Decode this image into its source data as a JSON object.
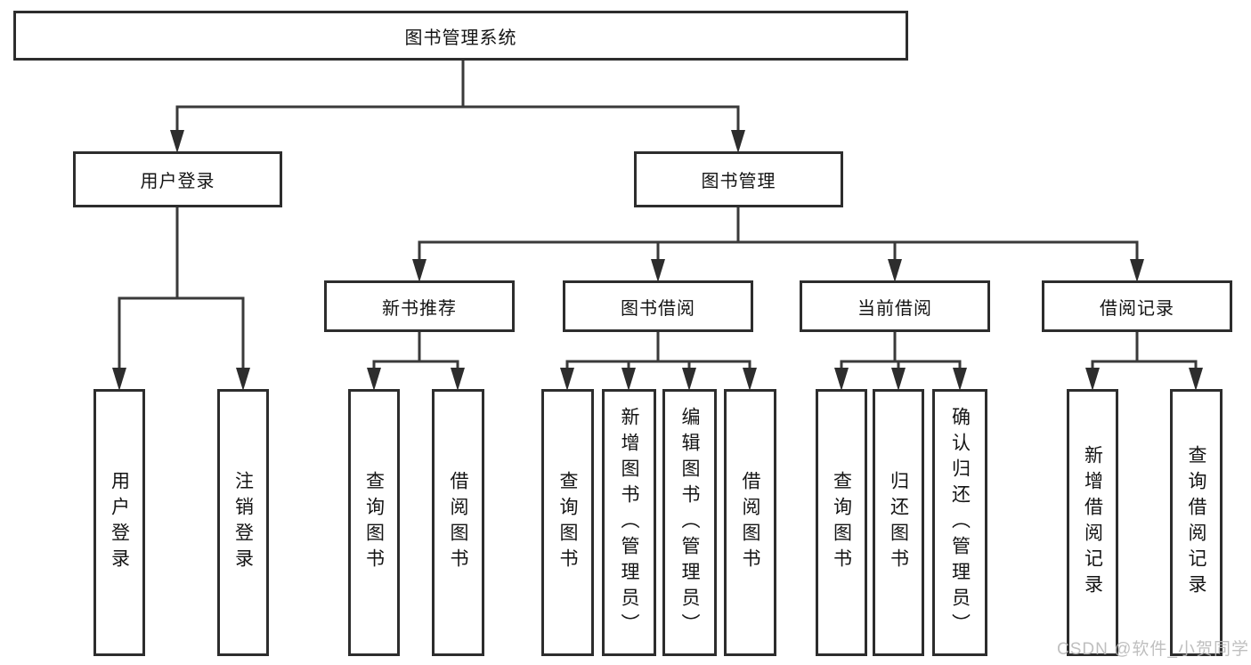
{
  "diagram": {
    "root": {
      "label": "图书管理系统"
    },
    "level2": [
      {
        "label": "用户登录"
      },
      {
        "label": "图书管理"
      }
    ],
    "level3": [
      {
        "label": "新书推荐"
      },
      {
        "label": "图书借阅"
      },
      {
        "label": "当前借阅"
      },
      {
        "label": "借阅记录"
      }
    ],
    "level4": {
      "user_login": [
        {
          "label": "用户登录"
        },
        {
          "label": "注销登录"
        }
      ],
      "new_book": [
        {
          "label": "查询图书"
        },
        {
          "label": "借阅图书"
        }
      ],
      "book_borrow": [
        {
          "label": "查询图书"
        },
        {
          "label": "新增图书（管理员）"
        },
        {
          "label": "编辑图书（管理员）"
        },
        {
          "label": "借阅图书"
        }
      ],
      "current_borrow": [
        {
          "label": "查询图书"
        },
        {
          "label": "归还图书"
        },
        {
          "label": "确认归还（管理员）"
        }
      ],
      "borrow_record": [
        {
          "label": "新增借阅记录"
        },
        {
          "label": "查询借阅记录"
        }
      ]
    }
  },
  "watermark": {
    "text": "CSDN @软件_小贺同学"
  },
  "colors": {
    "line": "#3a3a3a",
    "arrow": "#2d2d2d",
    "box_border": "#2d2d2d",
    "box_background": "#ffffff",
    "text": "#141414",
    "watermark_text": "#b9b9b9",
    "background": "#ffffff"
  }
}
